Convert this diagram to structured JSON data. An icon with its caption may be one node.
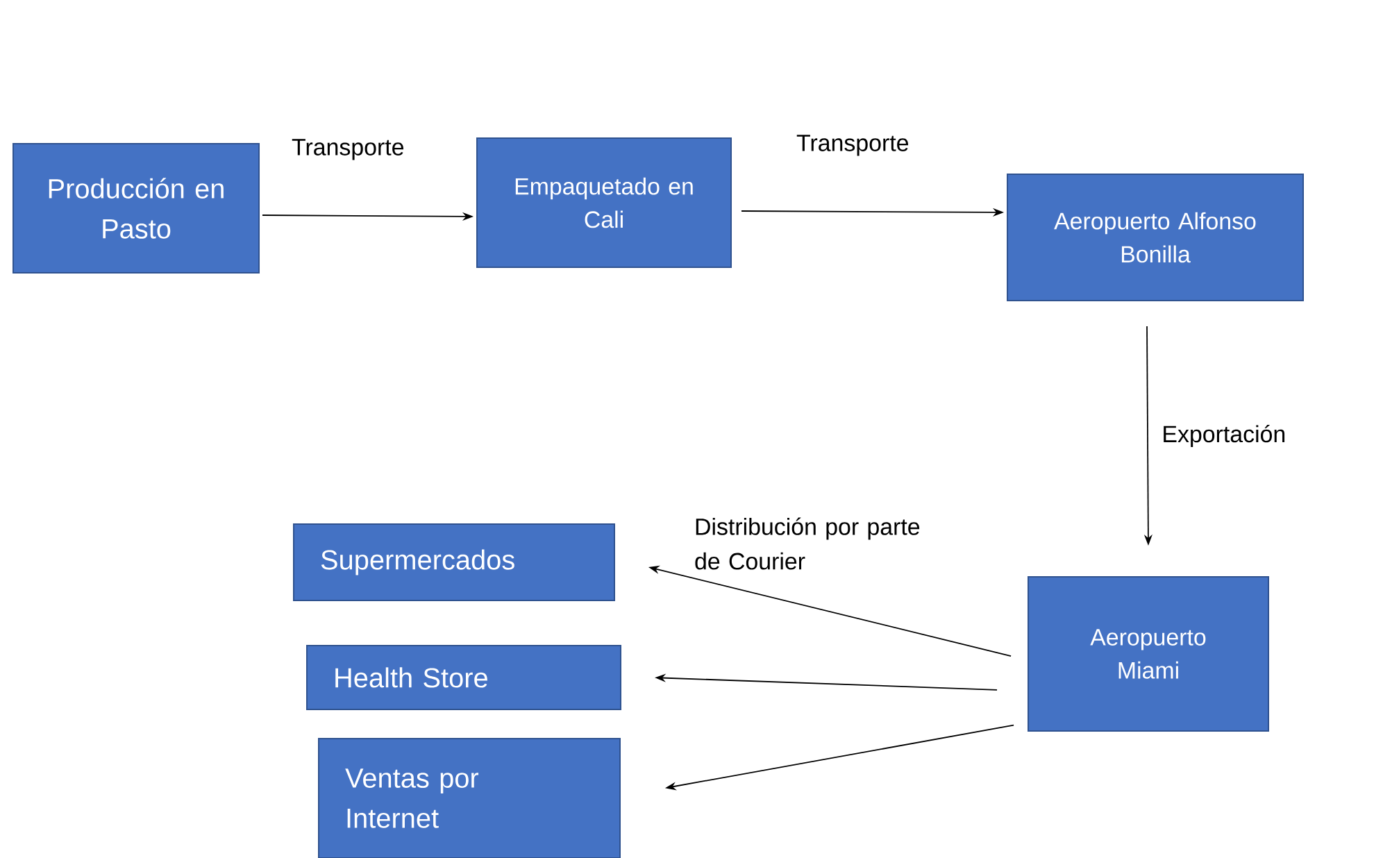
{
  "diagram": {
    "nodes": [
      {
        "text": [
          "Producción en Pasto"
        ]
      },
      {
        "text": [
          "Empaquetado en Cali"
        ]
      },
      {
        "text": [
          "Aeropuerto Alfonso Bonilla"
        ]
      },
      {
        "text": [
          "Aeropuerto Miami"
        ]
      },
      {
        "text": [
          "Supermercados"
        ]
      },
      {
        "text": [
          "Health Store"
        ]
      },
      {
        "text": [
          "Ventas por Internet"
        ]
      }
    ],
    "edges": [
      {
        "from": 0,
        "to": 1,
        "arrow": "to",
        "label": "Transporte"
      },
      {
        "from": 1,
        "to": 2,
        "arrow": "to",
        "label": "Transporte"
      },
      {
        "from": 2,
        "to": 3,
        "arrow": "to",
        "label": "Exportación"
      },
      {
        "from": 3,
        "to": 4,
        "arrow": "to",
        "label": "Distribución por parte de Courier"
      },
      {
        "from": 3,
        "to": 5,
        "arrow": "to"
      },
      {
        "from": 3,
        "to": 6,
        "arrow": "to"
      }
    ]
  }
}
